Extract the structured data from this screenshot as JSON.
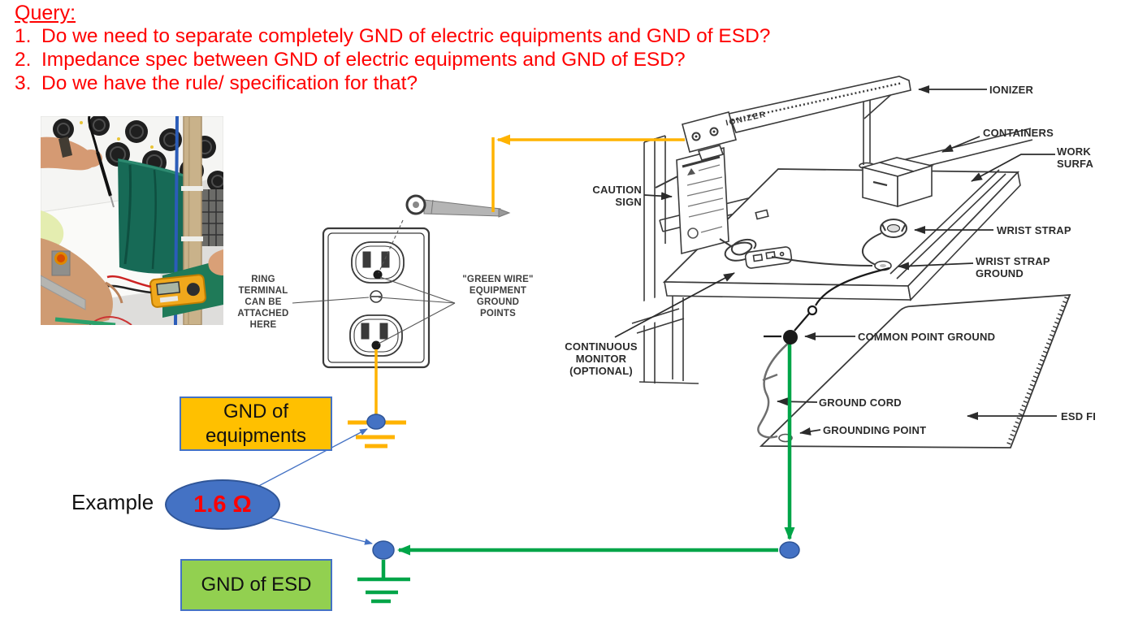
{
  "query": {
    "title": "Query:",
    "items": [
      {
        "num": "1.",
        "text": "Do we need to separate completely GND of electric equipments and GND of ESD?"
      },
      {
        "num": "2.",
        "text": "Impedance spec between GND of electric equipments and GND of ESD?"
      },
      {
        "num": "3.",
        "text": "Do we have the rule/ specification for that?"
      }
    ]
  },
  "outlet": {
    "ring_terminal_label": "RING\nTERMINAL\nCAN BE\nATTACHED\nHERE",
    "green_wire_label": "\"GREEN WIRE\"\nEQUIPMENT\nGROUND\nPOINTS"
  },
  "bench": {
    "bar_text": "IONIZER",
    "ionizer": "IONIZER",
    "containers": "CONTAINERS",
    "work_surface": "WORK\nSURFA",
    "wrist_strap": "WRIST STRAP",
    "wrist_strap_ground": "WRIST STRAP\nGROUND",
    "caution_sign": "CAUTION\nSIGN",
    "continuous_monitor": "CONTINUOUS\nMONITOR\n(OPTIONAL)",
    "common_point_ground": "COMMON POINT GROUND",
    "ground_cord": "GROUND CORD",
    "grounding_point": "GROUNDING POINT",
    "esd_floor": "ESD FI"
  },
  "example": {
    "label": "Example",
    "impedance": "1.6 Ω",
    "gnd_equipments": "GND of\nequipments",
    "gnd_esd": "GND of ESD"
  },
  "colors": {
    "query_red": "#FF0000",
    "impedance_red": "#FF0000",
    "accent_blue": "#4472C4",
    "accent_blue_dark": "#2F5597",
    "box_orange": "#FFC000",
    "box_green": "#92D050",
    "wire_orange": "#FFB300",
    "wire_green": "#00A548",
    "drawing_line": "#3a3a3a",
    "label_gray": "#3f3f3f"
  }
}
